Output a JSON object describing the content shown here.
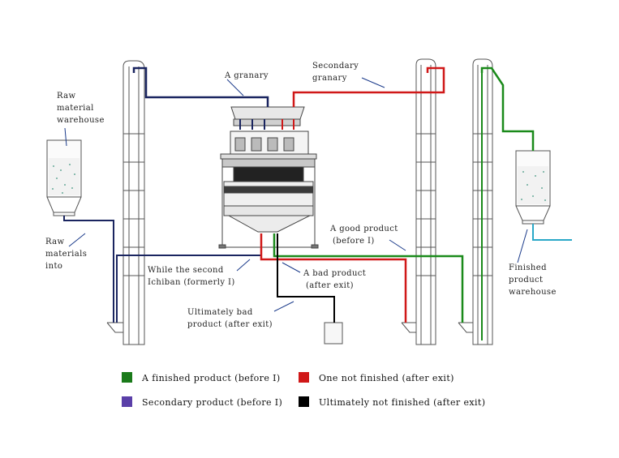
{
  "labels": {
    "raw_warehouse": [
      "Raw",
      "material",
      "warehouse"
    ],
    "raw_into": [
      "Raw",
      "materials",
      "into"
    ],
    "granary": "A granary",
    "secondary_granary": [
      "Secondary",
      "granary"
    ],
    "good_product": [
      "A good product",
      "(before I)"
    ],
    "bad_product": [
      "A bad product",
      "(after exit)"
    ],
    "second_ichiban": [
      "While the second",
      "Ichiban (formerly I)"
    ],
    "ultimately_bad": [
      "Ultimately bad",
      "product (after exit)"
    ],
    "finished_warehouse": [
      "Finished",
      "product",
      "warehouse"
    ]
  },
  "legend": [
    {
      "label": "A finished product (before I)",
      "color": "#1a7a1a"
    },
    {
      "label": "One not finished (after exit)",
      "color": "#d01818"
    },
    {
      "label": "Secondary product (before I)",
      "color": "#5a3fa8"
    },
    {
      "label": "Ultimately not finished (after exit)",
      "color": "#000000"
    }
  ],
  "colors": {
    "navy": "#1a2560",
    "red": "#d01818",
    "green": "#1a8a1a",
    "teal": "#2aa8c8",
    "black": "#000000"
  }
}
